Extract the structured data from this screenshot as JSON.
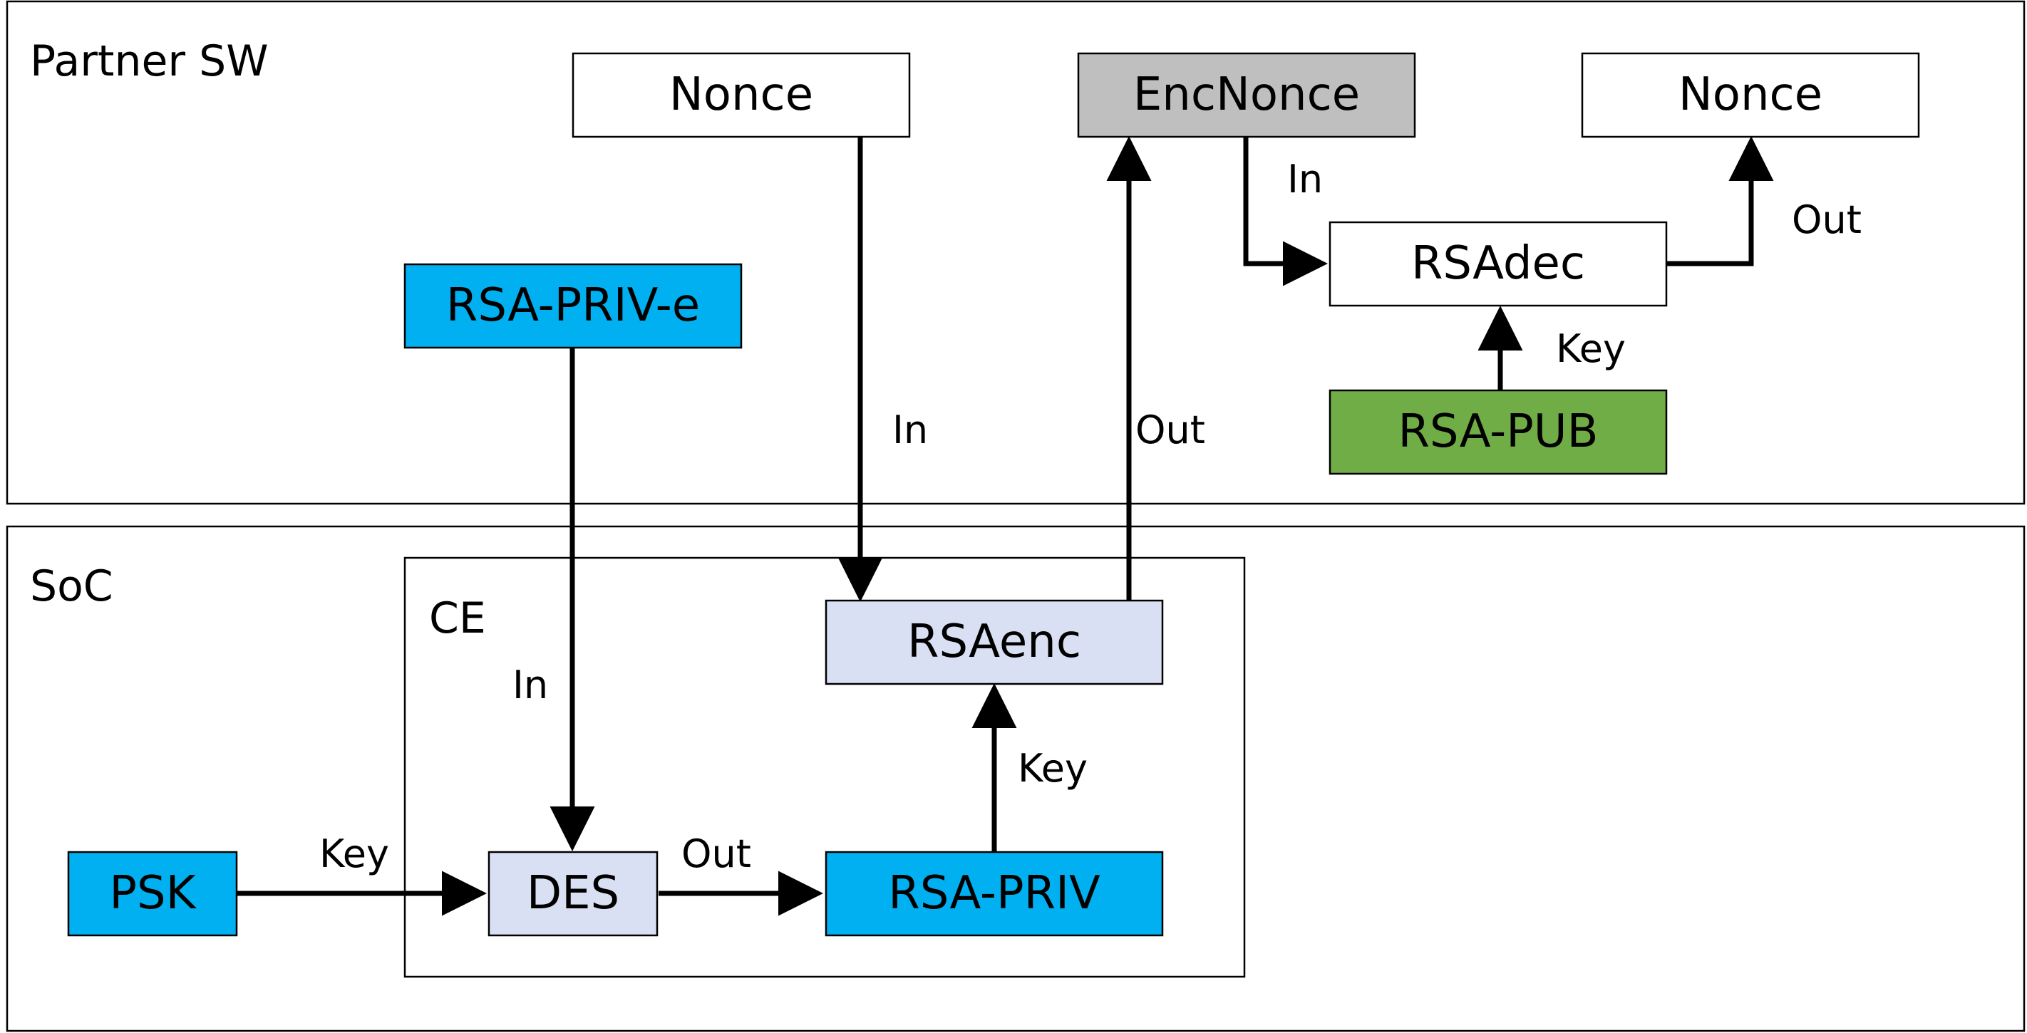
{
  "colors": {
    "blue": "#00B0F0",
    "lavender": "#DAE0F3",
    "green": "#70AD47",
    "gray": "#BFBFBF",
    "white": "#FFFFFF",
    "stroke": "#000000"
  },
  "regions": {
    "partner_sw": "Partner SW",
    "soc": "SoC",
    "ce": "CE"
  },
  "boxes": {
    "nonce_in": "Nonce",
    "enc_nonce": "EncNonce",
    "nonce_out": "Nonce",
    "rsa_priv_e": "RSA-PRIV-e",
    "rsa_dec": "RSAdec",
    "rsa_pub": "RSA-PUB",
    "rsa_enc": "RSAenc",
    "psk": "PSK",
    "des": "DES",
    "rsa_priv": "RSA-PRIV"
  },
  "edge_labels": {
    "nonce_to_rsaenc": "In",
    "rsaenc_to_encnonce": "Out",
    "encnonce_to_rsadec": "In",
    "rsadec_to_nonce": "Out",
    "rsapub_to_rsadec": "Key",
    "rsaprive_to_des": "In",
    "rsapriv_to_rsaenc": "Key",
    "psk_to_des": "Key",
    "des_to_rsapriv": "Out"
  }
}
